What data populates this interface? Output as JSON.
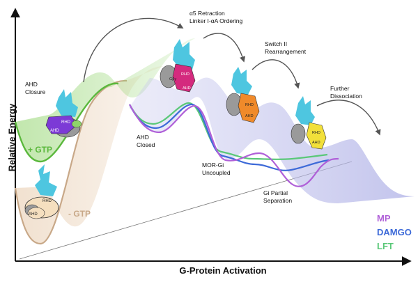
{
  "axes": {
    "y_label": "Relative Energy",
    "x_label": "G-Protein Activation"
  },
  "conditions": {
    "plus_gtp": "+ GTP",
    "minus_gtp": "- GTP"
  },
  "state_labels": {
    "ahd_closure": "AHD\nClosure",
    "alpha5": "α5 Retraction\nLinker I-αA Ordering",
    "switch2": "Switch II\nRearrangement",
    "further": "Further\nDissociation",
    "ahd_closed": "AHD\nClosed",
    "uncoupled": "MOR-Gi\nUncoupled",
    "separation": "Gi Partial\nSeparation"
  },
  "domain_labels": {
    "rhd": "RHD",
    "ahd": "AHD",
    "gby": "Gβγ"
  },
  "legend": [
    {
      "label": "MP",
      "color": "#b060d8"
    },
    {
      "label": "DAMGO",
      "color": "#3d6ad8"
    },
    {
      "label": "LFT",
      "color": "#5ac878"
    }
  ],
  "colors": {
    "receptor": "#4ec6e0",
    "g_beta_gamma": "#a8a8a8",
    "ahd_closure_state": "#7c3ad6",
    "alpha5_state": "#d42a7e",
    "switch2_state": "#f08a2a",
    "dissociation_state": "#f2e03a",
    "inactive_state": "#f5dfbf",
    "plus_gtp_curve": "#5ab83c",
    "minus_gtp_curve": "#c8a888"
  }
}
